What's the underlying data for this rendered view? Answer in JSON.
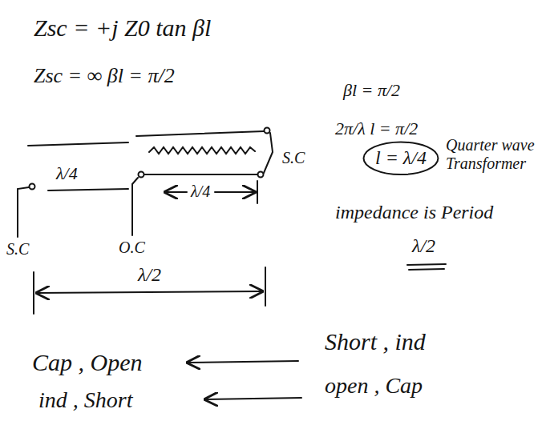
{
  "diagram": {
    "nodes": [
      {
        "text": [
          "l = λ/4"
        ]
      }
    ],
    "labels": [
      "Zsc = +j Z0 tan βl",
      "Zsc = ∞ βl = π/2",
      "βl = π/2",
      "2π/λ l = π/2",
      "Quarter wave Transformer",
      "S.C",
      "λ/4",
      "λ/4",
      "S.C",
      "O.C",
      "λ/2",
      "impedance is Period",
      "λ/2",
      "Cap , Open",
      "Short , ind",
      "ind , Short",
      "open , Cap"
    ]
  }
}
